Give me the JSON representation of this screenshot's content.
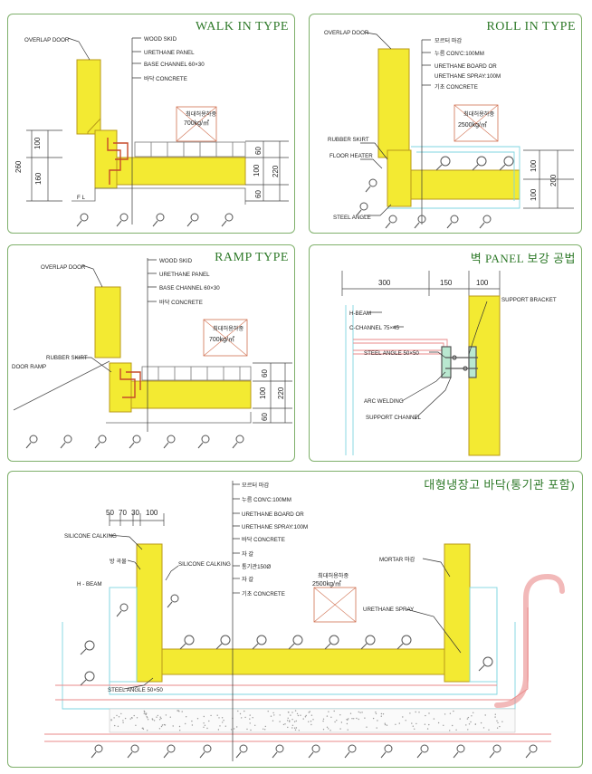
{
  "colors": {
    "frame": "#7fb06b",
    "title": "#2f7a2a",
    "insulation": "#f3ea32",
    "insulation_edge": "#b89a1a",
    "leader": "#333333",
    "cyan_line": "#7fd6e0",
    "red_line": "#e98a8a",
    "dim_line": "#444444"
  },
  "panels": {
    "walk_in": {
      "title": "WALK IN TYPE",
      "labels": {
        "overlap_door": "OVERLAP DOOR",
        "wood_skid": "WOOD SKID",
        "urethane_panel": "URETHANE PANEL",
        "base_channel": "BASE CHANNEL 60×30",
        "floor_concrete": "바닥 CONCRETE",
        "max_load": "최대허용하중",
        "load_value": "700kg/㎡",
        "fl": "F  L"
      },
      "dims": {
        "left_total": "260",
        "left_top": "100",
        "left_bottom": "160",
        "right_a": "60",
        "right_b": "100",
        "right_c": "60",
        "right_total": "220"
      }
    },
    "roll_in": {
      "title": "ROLL IN TYPE",
      "labels": {
        "overlap_door": "OVERLAP DOOR",
        "mortar_finish": "모르터 마감",
        "press_concrete": "누름 CON'C:100MM",
        "urethane_board": "URETHANE BOARD OR",
        "urethane_spray": "URETHANE SPRAY:100M",
        "base_concrete": "기초 CONCRETE",
        "max_load": "최대허용하중",
        "load_value": "2500kg/㎡",
        "rubber_skirt": "RUBBER SKIRT",
        "floor_heater": "FLOOR HEATER",
        "steel_angle": "STEEL ANGLE"
      },
      "dims": {
        "a": "100",
        "b": "100",
        "total": "200"
      }
    },
    "ramp": {
      "title": "RAMP TYPE",
      "labels": {
        "overlap_door": "OVERLAP DOOR",
        "wood_skid": "WOOD SKID",
        "urethane_panel": "URETHANE PANEL",
        "base_channel": "BASE CHANNEL 60×30",
        "floor_concrete": "바닥 CONCRETE",
        "max_load": "최대허용하중",
        "load_value": "700kg/㎡",
        "rubber_skirt": "RUBBER SKIRT",
        "door_ramp": "DOOR RAMP"
      },
      "dims": {
        "a": "60",
        "b": "100",
        "c": "60",
        "total": "220"
      }
    },
    "wall": {
      "title": "벽 PANEL 보강 공법",
      "labels": {
        "h_beam": "H-BEAM",
        "c_channel": "C-CHANNEL 75×45",
        "steel_angle": "STEEL ANGLE 50×50",
        "arc_welding": "ARC WELDING",
        "support_channel": "SUPPORT CHANNEL",
        "support_bracket": "SUPPORT BRACKET"
      },
      "dims": {
        "a": "300",
        "b": "150",
        "c": "100"
      }
    },
    "large": {
      "title": "대형냉장고 바닥(통기관 포함)",
      "labels": {
        "mortar_finish": "모르터 마감",
        "press_concrete": "누름 CON'C:100MM",
        "urethane_board": "URETHANE BOARD OR",
        "urethane_spray_100": "URETHANE SPRAY:100M",
        "floor_concrete": "바닥 CONCRETE",
        "gravel1": "자 갈",
        "vent_pipe": "통기관150Ø",
        "gravel2": "자 갈",
        "base_concrete": "기초 CONCRETE",
        "silicone_left": "SILICONE CALKING",
        "silicone_mid": "SILICONE CALKING",
        "fire_block": "방 곡물",
        "h_beam": "H - BEAM",
        "max_load": "최대허용하중",
        "load_value": "2500kg/㎡",
        "mortar_right": "MORTAR 마감",
        "urethane_spray": "URETHANE SPRAY",
        "steel_angle": "STEEL ANGLE 50×50"
      },
      "dims": {
        "a": "50",
        "b": "70",
        "c": "30",
        "d": "100"
      }
    }
  }
}
